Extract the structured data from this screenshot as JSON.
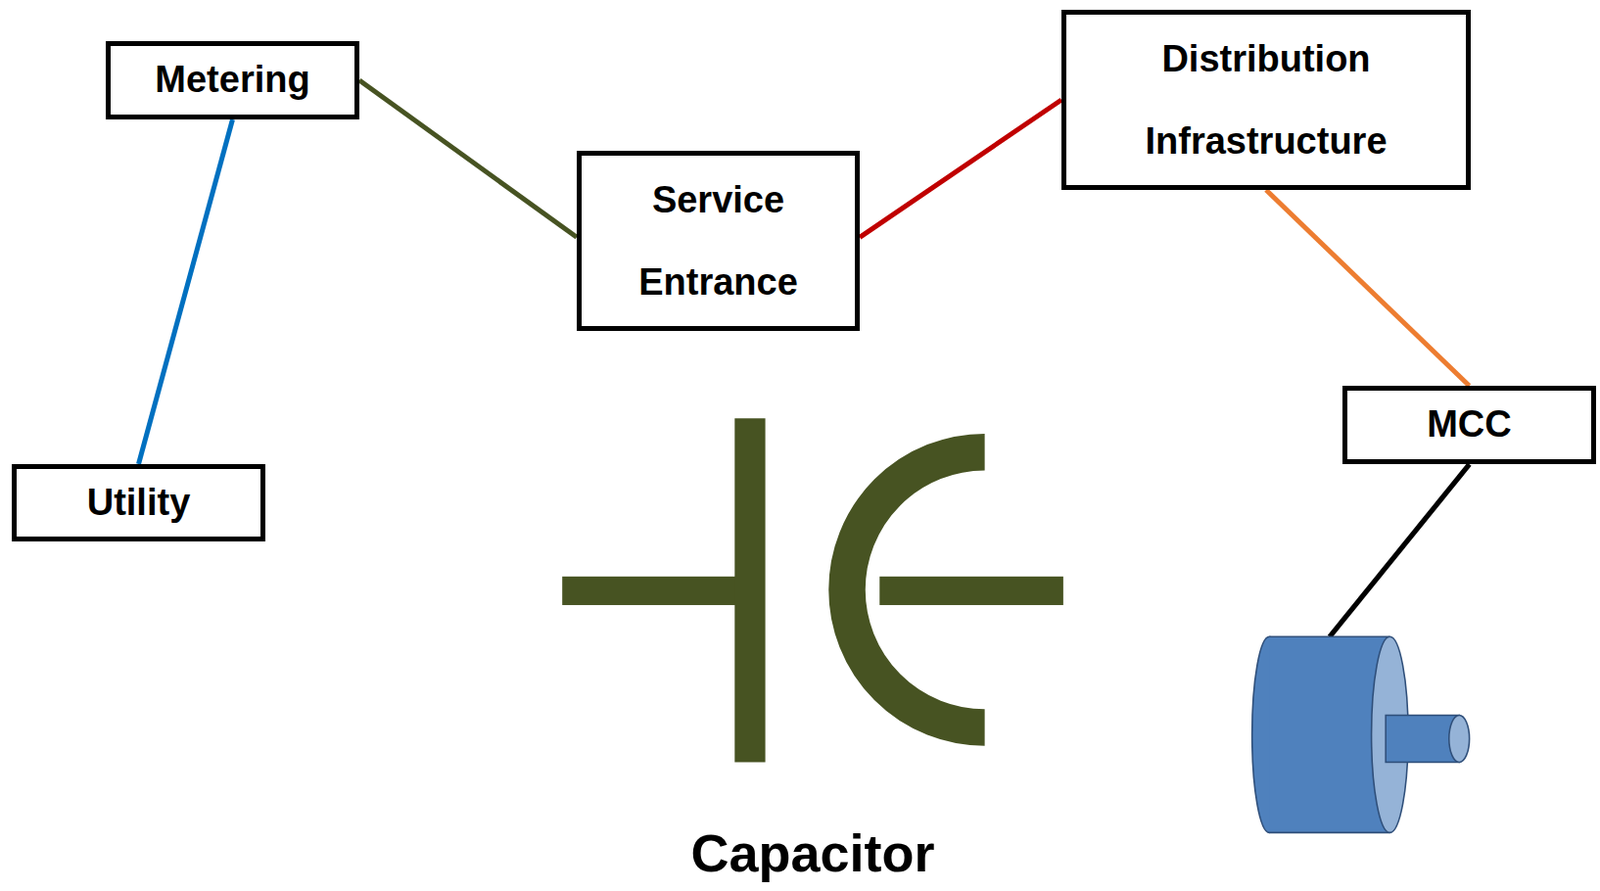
{
  "diagram": {
    "nodes": [
      {
        "text": [
          "Distribution Infrastructure"
        ]
      },
      {
        "text": [
          "Metering"
        ]
      },
      {
        "text": [
          "Service Entrance"
        ]
      },
      {
        "text": [
          "MCC"
        ]
      },
      {
        "text": [
          "Utility"
        ]
      }
    ],
    "edges": [
      {
        "from": 4,
        "to": 1,
        "arrow": "none"
      },
      {
        "from": 1,
        "to": 2,
        "arrow": "none"
      },
      {
        "from": 2,
        "to": 0,
        "arrow": "none"
      },
      {
        "from": 0,
        "to": 3,
        "arrow": "none"
      }
    ],
    "labels": [
      "Capacitor"
    ]
  }
}
